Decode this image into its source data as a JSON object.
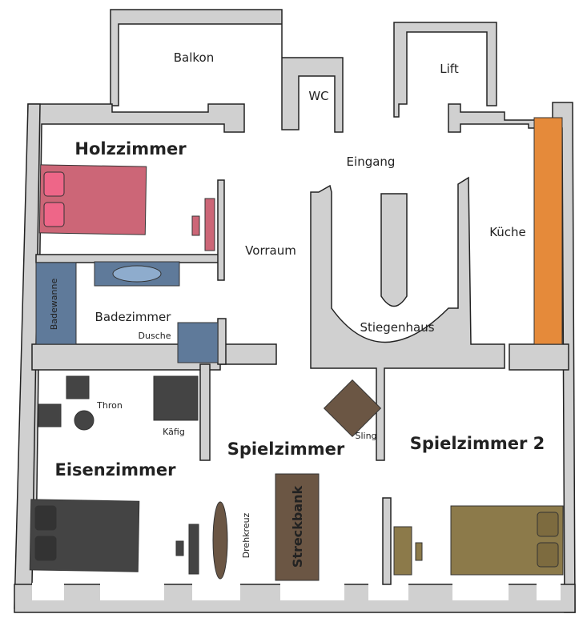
{
  "rooms": {
    "balkon": "Balkon",
    "wc": "WC",
    "lift": "Lift",
    "holzzimmer": "Holzzimmer",
    "eingang": "Eingang",
    "kueche": "Küche",
    "vorraum": "Vorraum",
    "badezimmer": "Badezimmer",
    "stiegenhaus": "Stiegenhaus",
    "eisenzimmer": "Eisenzimmer",
    "spielzimmer": "Spielzimmer",
    "spielzimmer2": "Spielzimmer 2"
  },
  "furniture": {
    "badewanne": "Badewanne",
    "dusche": "Dusche",
    "thron": "Thron",
    "kaefig": "Käfig",
    "sling": "Sling",
    "drehkreuz": "Drehkreuz",
    "streckbank": "Streckbank"
  },
  "colors": {
    "wall": "#d0d0d0",
    "bed_holz": "#cc6677",
    "pillow_holz": "#ee6688",
    "bath_blue": "#5f7a9a",
    "iron_dark": "#444444",
    "wood_brown": "#6b5644",
    "olive": "#8c7a4a",
    "kitchen_orange": "#e58a3a"
  }
}
